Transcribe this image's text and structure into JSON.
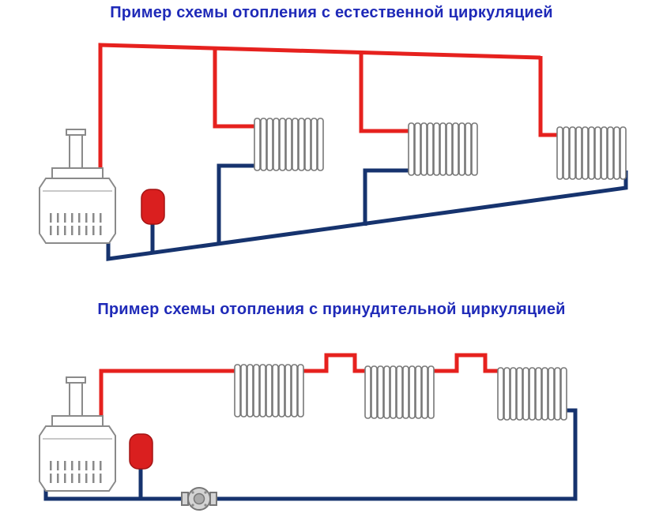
{
  "titles": {
    "natural": "Пример схемы отопления с естественной циркуляцией",
    "forced": "Пример схемы отопления с принудительной циркуляцией"
  },
  "colors": {
    "background": "#ffffff",
    "title_text": "#1f2ab8",
    "supply_pipe": "#e6211e",
    "return_pipe": "#16336e",
    "equipment_outline": "#8a8a8a",
    "radiator_outline": "#787878",
    "expansion_tank": "#da1f1f",
    "pump_body": "#d4d4d4",
    "pump_detail": "#777777"
  },
  "diagrams": [
    {
      "name": "natural-circulation",
      "radiators": 3,
      "has_expansion_tank": true,
      "has_pump": false
    },
    {
      "name": "forced-circulation",
      "radiators": 3,
      "has_expansion_tank": true,
      "has_pump": true
    }
  ]
}
